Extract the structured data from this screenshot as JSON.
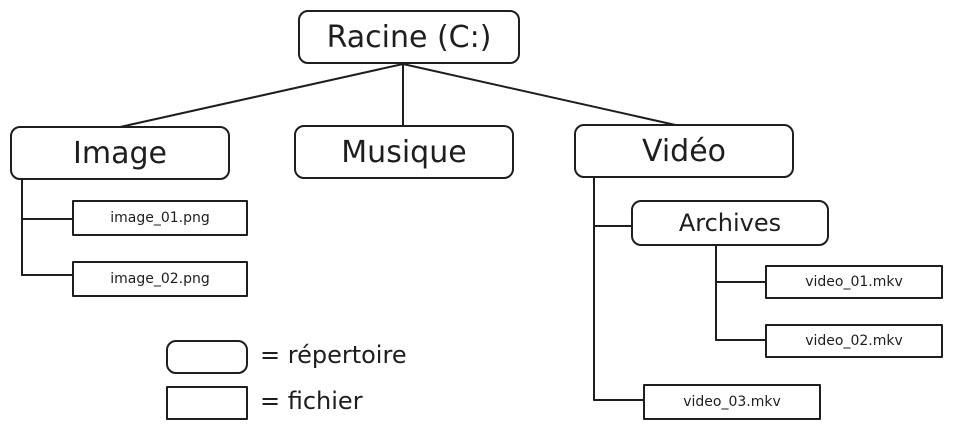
{
  "root": {
    "label": "Racine (C:)"
  },
  "directories": {
    "image": {
      "label": "Image"
    },
    "musique": {
      "label": "Musique"
    },
    "video": {
      "label": "Vidéo"
    },
    "archives": {
      "label": "Archives"
    }
  },
  "files": {
    "image_01": "image_01.png",
    "image_02": "image_02.png",
    "video_01": "video_01.mkv",
    "video_02": "video_02.mkv",
    "video_03": "video_03.mkv"
  },
  "legend": {
    "directory": "= répertoire",
    "file": "= fichier"
  },
  "colors": {
    "stroke": "#1e1e1e",
    "fill": "#ffffff"
  }
}
